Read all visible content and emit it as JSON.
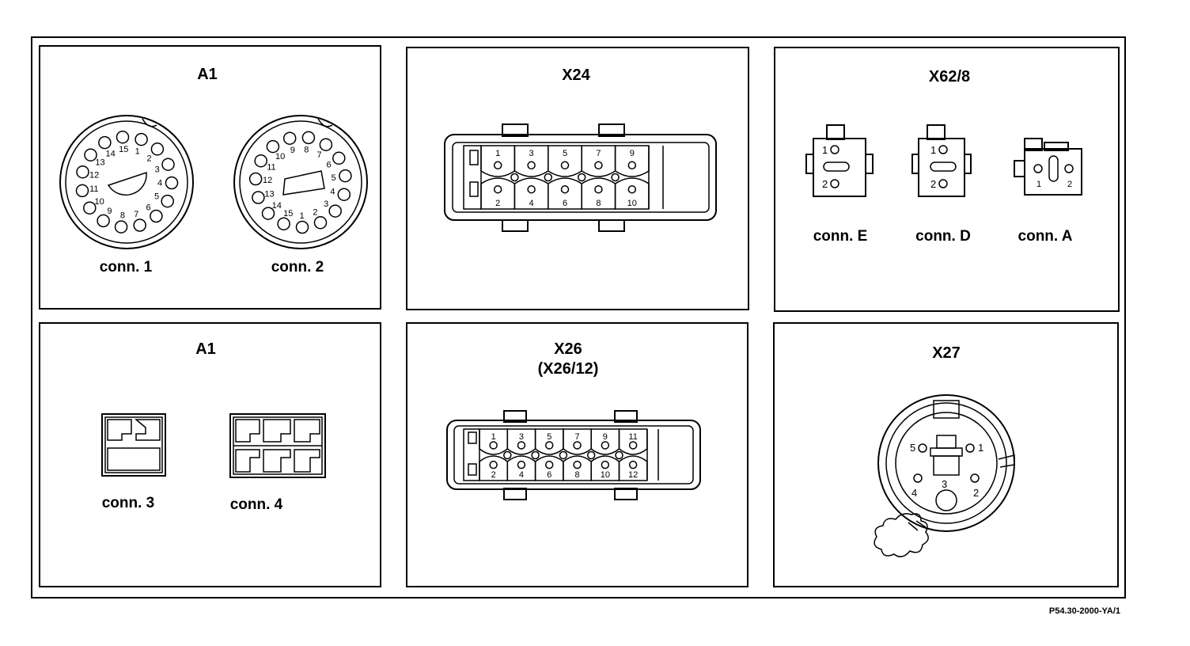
{
  "panels": {
    "a1_top": {
      "title": "A1",
      "conn1_label": "conn. 1",
      "conn2_label": "conn. 2"
    },
    "x24": {
      "title": "X24"
    },
    "x62_8": {
      "title": "X62/8",
      "connE_label": "conn. E",
      "connD_label": "conn. D",
      "connA_label": "conn. A"
    },
    "a1_bottom": {
      "title": "A1",
      "conn3_label": "conn. 3",
      "conn4_label": "conn. 4"
    },
    "x26": {
      "title": "X26",
      "subtitle": "(X26/12)"
    },
    "x27": {
      "title": "X27"
    }
  },
  "pins": {
    "conn1": [
      "15",
      "1",
      "2",
      "3",
      "4",
      "5",
      "6",
      "7",
      "8",
      "9",
      "10",
      "11",
      "12",
      "13",
      "14"
    ],
    "conn2": [
      "8",
      "7",
      "6",
      "5",
      "4",
      "3",
      "2",
      "1",
      "15",
      "14",
      "13",
      "12",
      "11",
      "10",
      "9"
    ],
    "x24_top": [
      "1",
      "3",
      "5",
      "7",
      "9"
    ],
    "x24_bottom": [
      "2",
      "4",
      "6",
      "8",
      "10"
    ],
    "x26_top": [
      "1",
      "3",
      "5",
      "7",
      "9",
      "11"
    ],
    "x26_bottom": [
      "2",
      "4",
      "6",
      "8",
      "10",
      "12"
    ],
    "two_pin": [
      "1",
      "2"
    ],
    "x27": [
      "1",
      "2",
      "3",
      "4",
      "5"
    ]
  },
  "reference": "P54.30-2000-YA/1"
}
